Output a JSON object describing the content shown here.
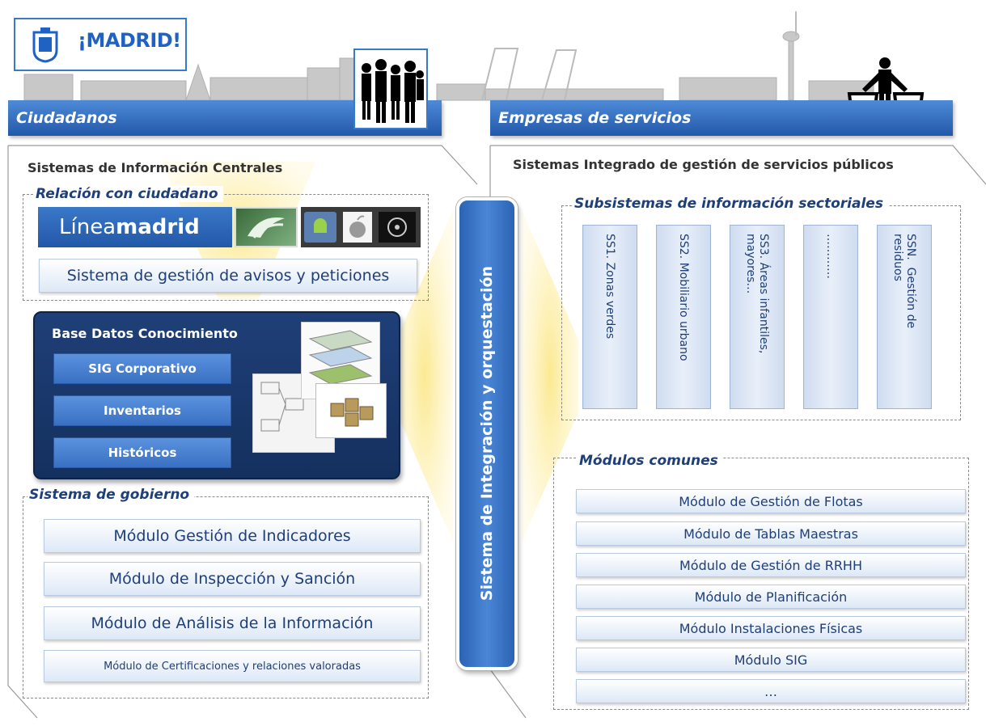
{
  "logo": {
    "text": "MADRID",
    "open": "¡",
    "close": "!"
  },
  "left": {
    "bar_title": "Ciudadanos",
    "section_title": "Sistemas de Información Centrales",
    "relacion": {
      "label": "Relación con ciudadano",
      "linea_light": "Línea",
      "linea_bold": "madrid",
      "avisos": "Sistema de gestión de avisos y peticiones"
    },
    "kb": {
      "title": "Base Datos Conocimiento",
      "items": [
        "SIG Corporativo",
        "Inventarios",
        "Históricos"
      ]
    },
    "gobierno": {
      "label": "Sistema de gobierno",
      "modules": [
        "Módulo Gestión de Indicadores",
        "Módulo de Inspección y Sanción",
        "Módulo de Análisis de la Información",
        "Módulo de Certificaciones y relaciones valoradas"
      ]
    }
  },
  "center": {
    "integration": "Sistema de Integración y orquestación"
  },
  "right": {
    "bar_title": "Empresas de servicios",
    "section_title": "Sistemas Integrado de gestión de servicios públicos",
    "subsistemas": {
      "label": "Subsistemas de información sectoriales",
      "items": [
        "SS1. Zonas verdes",
        "SS2. Mobiliario urbano",
        "SS3. Áreas infantiles,\nmayores…",
        "…………",
        "SSN.  Gestión de\nresiduos"
      ]
    },
    "comunes": {
      "label": "Módulos comunes",
      "modules": [
        "Módulo de Gestión de Flotas",
        "Módulo de Tablas Maestras",
        "Módulo de Gestión de RRHH",
        "Módulo de Planificación",
        "Módulo  Instalaciones  Físicas",
        "Módulo SIG",
        "…"
      ]
    }
  },
  "colors": {
    "bar_blue": "#2f6ac0",
    "dark_navy": "#1a3a70",
    "label_navy": "#1f3f78",
    "glow": "#f8e070"
  }
}
